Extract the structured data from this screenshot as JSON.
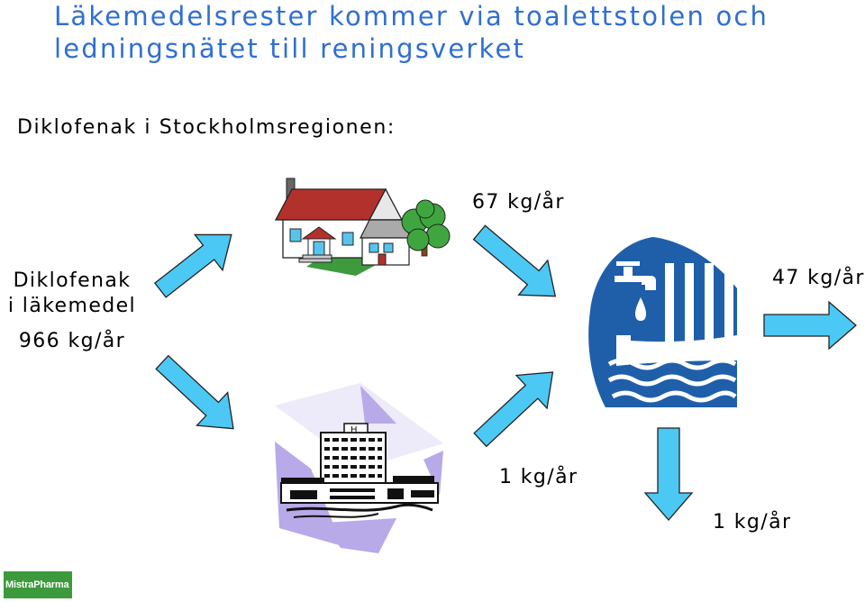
{
  "title": {
    "line1": "Läkemedelsrester kommer via toalettstolen och",
    "line2": "ledningsnätet till reningsverket"
  },
  "subtitle": "Diklofenak i Stockholmsregionen:",
  "source": {
    "line1": "Diklofenak",
    "line2": "i läkemedel",
    "amount": "966 kg/år"
  },
  "flows": {
    "households_to_plant": "67 kg/år",
    "plant_to_water": "47 kg/år",
    "hospital_to_plant": "1 kg/år",
    "plant_to_sludge": "1 kg/år"
  },
  "logo": {
    "part1": "Mistra",
    "part2": "Pharma"
  },
  "colors": {
    "title": "#2f6fd1",
    "arrow_fill": "#4cc8f5",
    "plant_icon": "#1f5faa",
    "logo": "#3c9a3c"
  },
  "icons": {
    "households": "house-icon",
    "hospital": "hospital-icon",
    "plant": "treatment-plant-icon"
  }
}
